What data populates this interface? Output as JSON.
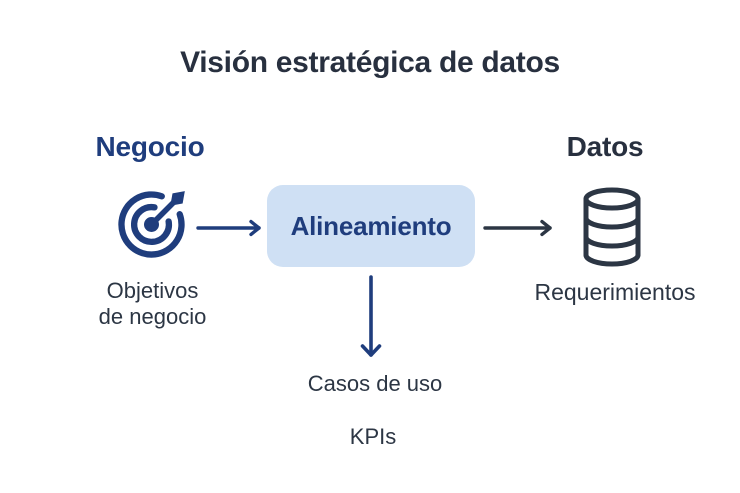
{
  "title": "Visión estratégica de datos",
  "sections": {
    "business": {
      "heading": "Negocio",
      "icon": "target-icon",
      "caption": "Objetivos\nde negocio"
    },
    "center": {
      "box_label": "Alineamiento",
      "outputs": [
        "Casos de uso",
        "KPIs"
      ]
    },
    "data": {
      "heading": "Datos",
      "icon": "database-icon",
      "caption": "Requerimientos"
    }
  },
  "colors": {
    "navy_accent": "#1f3d7d",
    "dark_slate": "#2c3644",
    "title_color": "#28303f",
    "box_background": "#cfe0f4"
  }
}
